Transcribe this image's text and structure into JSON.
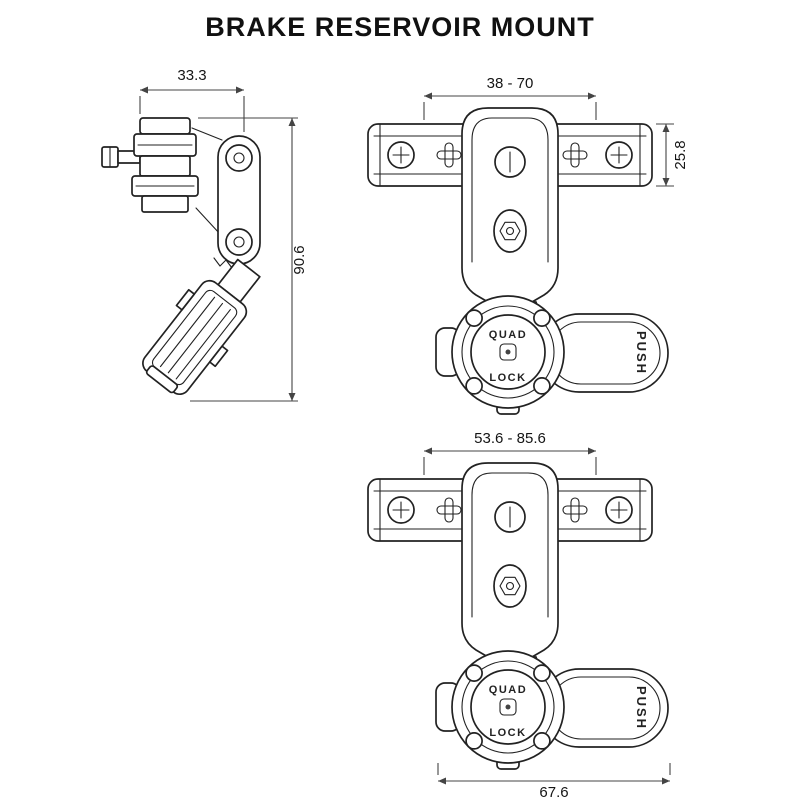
{
  "title": "BRAKE RESERVOIR MOUNT",
  "side_view": {
    "width_dim": "33.3",
    "height_dim": "90.6"
  },
  "front_view_short": {
    "clamp_range_dim": "38 - 70",
    "bar_height_dim": "25.8"
  },
  "front_view_long": {
    "clamp_range_dim": "53.6 - 85.6",
    "assembly_width_dim": "67.6"
  },
  "product": {
    "brand_top": "QUAD",
    "brand_bottom": "LOCK",
    "lever_label": "PUSH"
  },
  "colors": {
    "line": "#222222",
    "dim_line": "#444444",
    "background": "#ffffff",
    "text": "#111111"
  }
}
